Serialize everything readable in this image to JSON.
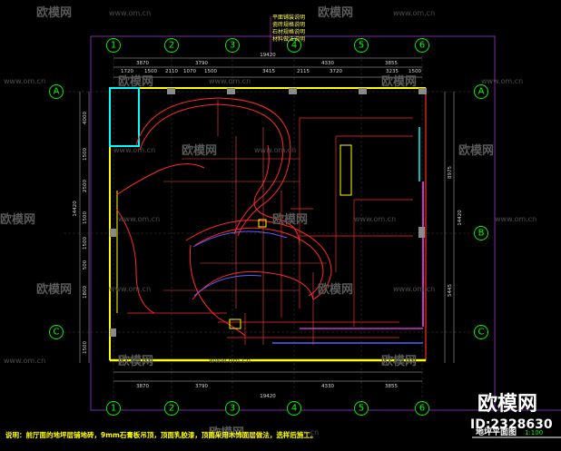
{
  "watermark": {
    "brand": "欧模网",
    "url": "www.om.cn"
  },
  "axes": {
    "columns": [
      "1",
      "2",
      "3",
      "4",
      "5",
      "6"
    ],
    "rows": [
      "A",
      "B",
      "C"
    ]
  },
  "dimensions": {
    "top_total": "19420",
    "top_segments": [
      "1720",
      "1500",
      "2110",
      "1070",
      "1500",
      "3415",
      "2115",
      "3720",
      "3235",
      "1500"
    ],
    "top_axis_segments": [
      "3870",
      "3790",
      "4330",
      "3855"
    ],
    "bottom_total": "19420",
    "bottom_segments": [
      "3870",
      "3790",
      "4330",
      "3855"
    ],
    "left_total": "14420",
    "left_segments": [
      "4000",
      "1500",
      "2500",
      "1500",
      "1500",
      "500",
      "1800",
      "1500"
    ],
    "right_total": "14420",
    "right_segments": [
      "8975",
      "5445"
    ]
  },
  "legend": {
    "lines": [
      "平面铺装说明",
      "瓷砖规格说明",
      "石材规格说明",
      "材料做法说明"
    ]
  },
  "note": "说明：前厅面的地坪层铺地砖，9mm石膏板吊顶，顶面乳胶漆，顶面采用木饰面层做法，选样后施工。",
  "title_block": {
    "title": "地坪平面图",
    "scale": "1:100"
  },
  "brand_block": {
    "name": "欧模网",
    "id": "ID:2328630"
  },
  "colors": {
    "wall": "#ff2a2a",
    "cyan": "#00ffff",
    "yellow": "#ffff00",
    "green": "#00ff00",
    "magenta": "#cc33cc",
    "blue": "#5a5aff",
    "grey": "#9a9a9a"
  }
}
